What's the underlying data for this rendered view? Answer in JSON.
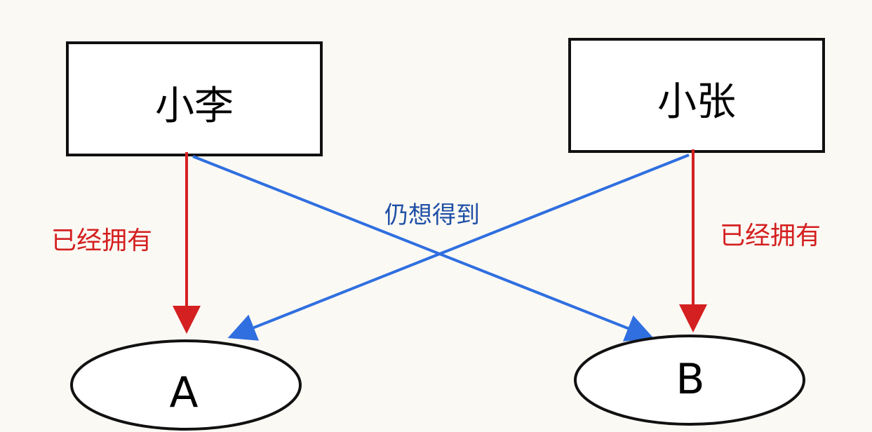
{
  "diagram": {
    "people": {
      "left": {
        "label": "小李"
      },
      "right": {
        "label": "小张"
      }
    },
    "resources": {
      "a": {
        "label": "A"
      },
      "b": {
        "label": "B"
      }
    },
    "edges": {
      "left_has": {
        "label": "已经拥有"
      },
      "right_has": {
        "label": "已经拥有"
      },
      "wants": {
        "label": "仍想得到"
      }
    },
    "colors": {
      "owns": "#d42020",
      "wants": "#2f6fe0",
      "wants_label": "#1f4fa6",
      "outline": "#111111"
    }
  }
}
